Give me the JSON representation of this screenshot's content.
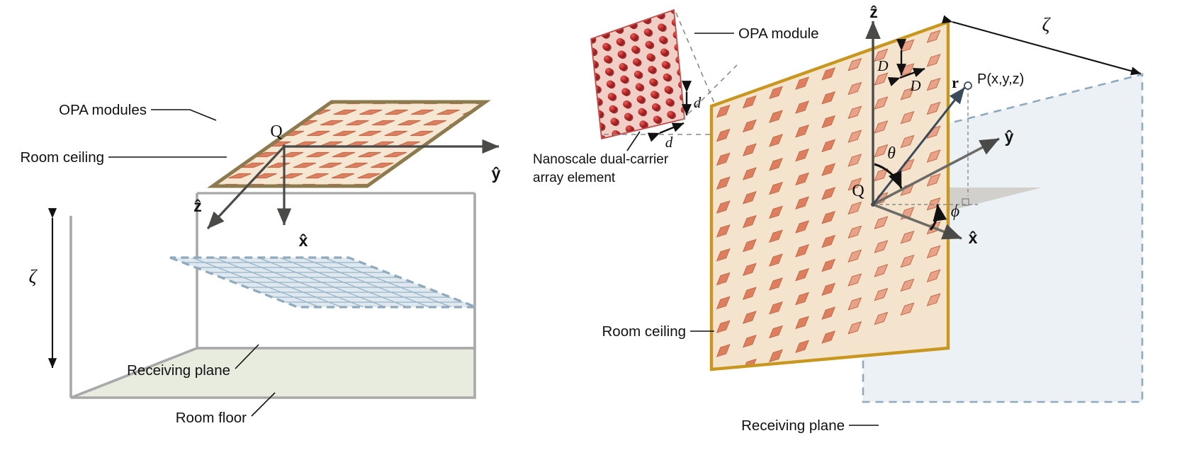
{
  "figure": {
    "title": "OPA ceiling array optical wireless system geometry",
    "panels": [
      "left-room-panel",
      "right-detail-panel"
    ]
  },
  "colors": {
    "ceiling_fill": "#f6e7d2",
    "ceiling_fill_right": "#f4e4cd",
    "ceiling_border_left": "#8d7a4e",
    "ceiling_border_right": "#c8971f",
    "module_fill": "#dd7f5f",
    "module_fill_light": "#e8a287",
    "module_stroke": "#c26b4c",
    "room_wall": "#a8a8a8",
    "receiving_plane_fill": "#dde7ee",
    "receiving_plane_dash": "#8fa9bd",
    "receiving_grid": "#93b2c6",
    "floor_fill": "#e7ecdf",
    "inset_fill": "#f2cfc6",
    "inset_border": "#c0504d",
    "sphere_dark": "#a81f23",
    "sphere_light": "#d64a46",
    "axis_dark": "#4a4a48",
    "vector_r": "#3a4a5a",
    "gray_plane": "#c6c3bc",
    "dash_gray": "#8a8a8a",
    "text": "#111111"
  },
  "left_panel": {
    "labels": {
      "opa_modules": "OPA modules",
      "room_ceiling": "Room ceiling",
      "receiving_plane": "Receiving plane",
      "room_floor": "Room floor",
      "origin": "Q",
      "zeta": "ζ"
    },
    "axes": [
      {
        "name": "y-hat",
        "label": "ŷ",
        "direction": "right"
      },
      {
        "name": "x-hat",
        "label": "x̂",
        "direction": "down"
      },
      {
        "name": "z-hat",
        "label": "ẑ",
        "direction": "down-left"
      }
    ],
    "ceiling_module_grid": {
      "rows": 9,
      "cols": 11
    },
    "receiving_grid": {
      "rows": 7,
      "cols": 8
    }
  },
  "right_panel": {
    "labels": {
      "opa_module": "OPA module",
      "nanoscale_element_line1": "Nanoscale dual-carrier",
      "nanoscale_element_line2": "array element",
      "room_ceiling": "Room ceiling",
      "receiving_plane": "Receiving plane",
      "origin": "Q",
      "point": "P(x,y,z)",
      "vector_r": "r",
      "theta": "θ",
      "phi": "ϕ",
      "zeta": "ζ",
      "spacing_D_vertical": "D",
      "spacing_D_horizontal": "D",
      "spacing_d_vertical": "d",
      "spacing_d_horizontal": "d"
    },
    "axes": [
      {
        "name": "z-hat",
        "label": "ẑ",
        "direction": "up"
      },
      {
        "name": "y-hat",
        "label": "ŷ",
        "direction": "up-right"
      },
      {
        "name": "x-hat",
        "label": "x̂",
        "direction": "down-right"
      }
    ],
    "ceiling_module_grid": {
      "rows": 11,
      "cols": 9
    },
    "inset_element_grid": {
      "rows": 8,
      "cols": 6
    }
  }
}
